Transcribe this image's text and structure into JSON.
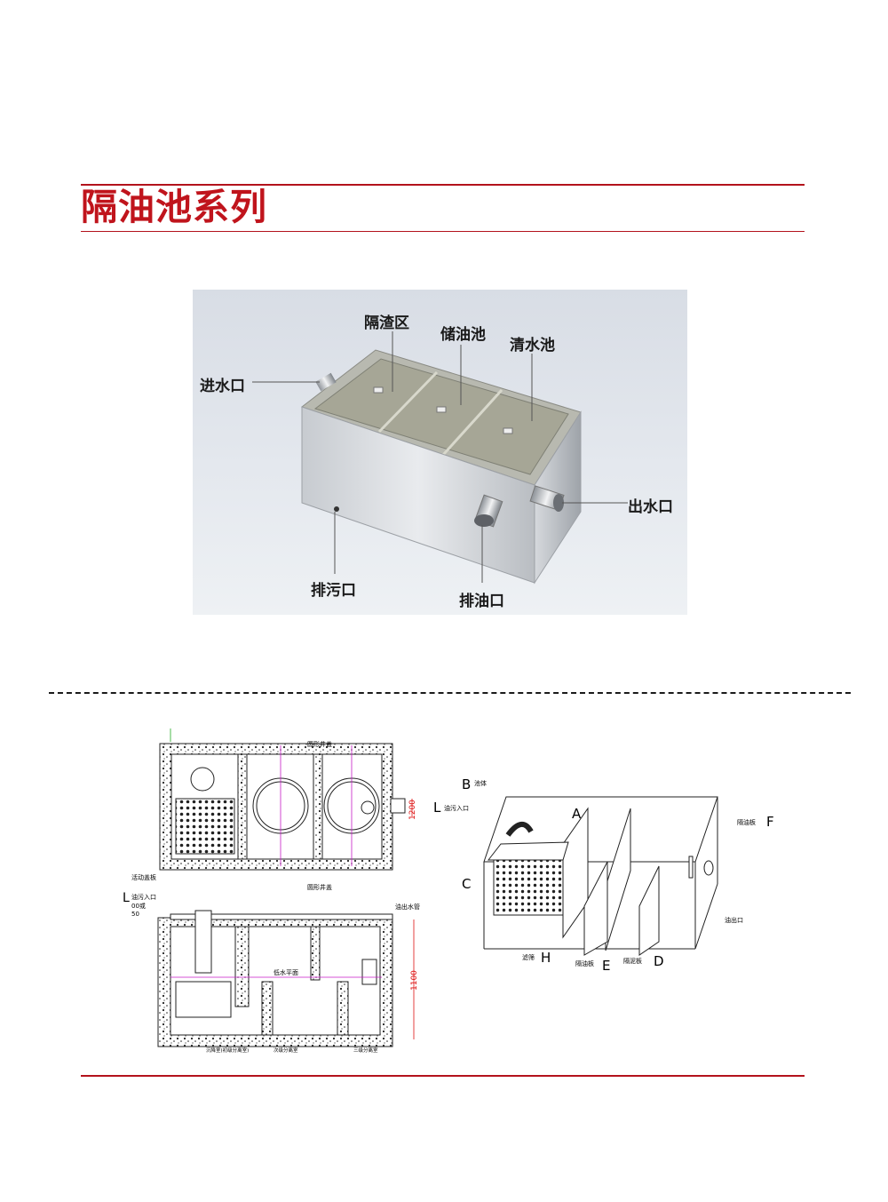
{
  "title": "隔油池系列",
  "photo_labels": {
    "slag_zone": "隔渣区",
    "oil_storage": "储油池",
    "clear_water": "清水池",
    "inlet": "进水口",
    "outlet": "出水口",
    "sewage_outlet": "排污口",
    "oil_outlet": "排油口"
  },
  "plan_drawing": {
    "round_cover_top": "圆形井盖",
    "dim_1200": "1200",
    "movable_cover": "活动盖板",
    "round_cover": "圆形井盖",
    "oil_inlet": "油污入口",
    "inlet_letter": "L",
    "inlet_size_a": "00或",
    "inlet_size_b": "50",
    "oil_out_pipe": "油出水管",
    "low_water_level": "低水平面",
    "dim_1100": "1100",
    "chamber_1": "沉降室(初级分离室)",
    "chamber_2": "次级分离室",
    "chamber_3": "三级分离室"
  },
  "iso_drawing": {
    "letter_b": "B",
    "tank_body": "池体",
    "letter_l": "L",
    "oil_inlet": "油污入口",
    "letter_a": "A",
    "oil_plate_label": "隔油板",
    "letter_f": "F",
    "letter_c": "C",
    "oil_exit": "油出口",
    "filter": "滤筛",
    "letter_h": "H",
    "oil_plate": "隔油板",
    "letter_e": "E",
    "mud_plate": "隔泥板",
    "letter_d": "D"
  }
}
